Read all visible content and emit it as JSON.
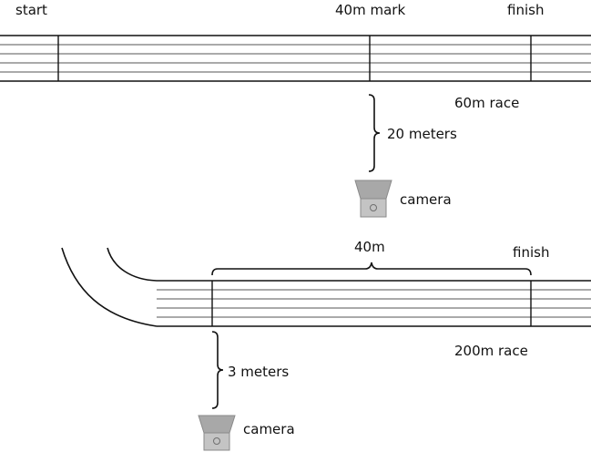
{
  "top_diagram": {
    "start_label": "start",
    "mark_label": "40m mark",
    "finish_label": "finish",
    "race_label": "60m race",
    "distance_label": "20 meters",
    "camera_label": "camera"
  },
  "bottom_diagram": {
    "segment_label": "40m",
    "finish_label": "finish",
    "race_label": "200m race",
    "distance_label": "3 meters",
    "camera_label": "camera"
  },
  "icons": {
    "camera": "camera-icon",
    "distance_brace": "curly-brace"
  }
}
